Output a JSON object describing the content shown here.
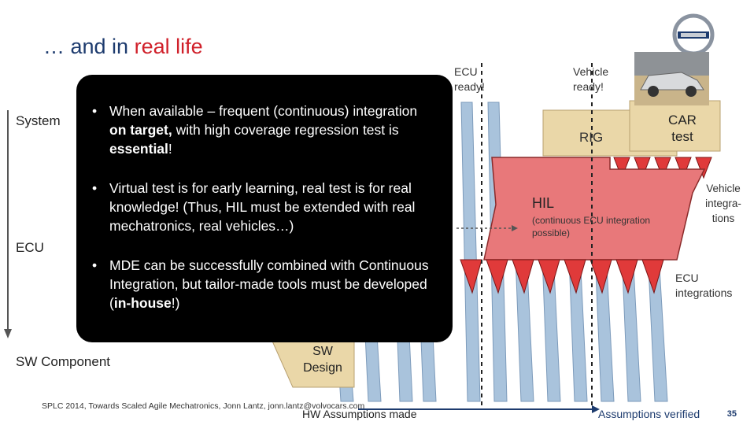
{
  "title": {
    "prefix": "… and in ",
    "accent": "real life"
  },
  "left_labels": {
    "system": "System",
    "ecu": "ECU",
    "sw_component": "SW Component"
  },
  "milestones": {
    "ecu_ready": "ECU ready!",
    "vehicle_ready": "Vehicle ready!"
  },
  "boxes": {
    "rig": "RIG",
    "car_test": "CAR test",
    "hil_title": "HIL",
    "hil_sub": "(continuous ECU integration possible)",
    "vehicle_integrations": "Vehicle integra-tions",
    "ecu_integrations": "ECU integrations",
    "sw_design": "SW Design"
  },
  "bottom": {
    "footer": "SPLC 2014, Towards Scaled Agile Mechatronics, Jonn Lantz, jonn.lantz@volvocars.com",
    "hw_assumptions": "HW Assumptions made",
    "assumptions_verified": "Assumptions verified",
    "page_number": "35"
  },
  "bullets": [
    {
      "pre": "When available – frequent (continuous) integration ",
      "b1": "on target,",
      "mid": " with high coverage regression test is ",
      "b2": "essential",
      "post": "!"
    },
    {
      "pre": "Virtual test is for early learning, real test is for real knowledge! (Thus, HIL must be extended with real mechatronics, real vehicles…)",
      "b1": "",
      "mid": "",
      "b2": "",
      "post": ""
    },
    {
      "pre": "MDE can be successfully combined with Continuous Integration, but tailor-made tools must be developed (",
      "b1": "in-house",
      "mid": "",
      "b2": "",
      "post": "!)"
    }
  ],
  "colors": {
    "title": "#1d3b6e",
    "accent": "#d0202a",
    "hil_fill": "#e8787a",
    "tan": "#ead7a8",
    "spike_red": "#e03a3a",
    "blue": "#a9c3dc"
  }
}
